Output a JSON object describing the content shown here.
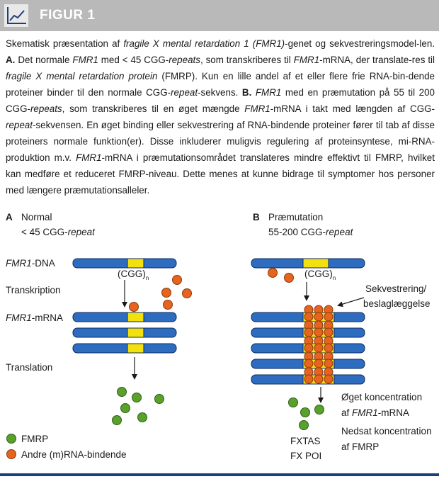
{
  "header": {
    "title": "FIGUR 1",
    "icon": "line-chart-icon"
  },
  "caption": {
    "s1a": "Skematisk præsentation af ",
    "s1b": "fragile X mental retardation 1 (FMR1)",
    "s1c": "-genet og sekvestreringsmodel-len.",
    "a_label": "A.",
    "s2a": " Det normale ",
    "s2b": "FMR1",
    "s2c": " med < 45 CGG-",
    "s2d": "repeats",
    "s2e": ", som transkriberes til ",
    "s2f": "FMR1",
    "s2g": "-mRNA, der translate-res til ",
    "s2h": "fragile X mental retardation protein",
    "s2i": " (FMRP). Kun en lille andel af et eller flere frie RNA-bin-dende proteiner binder til den normale CGG-",
    "s2j": "repeat",
    "s2k": "-sekvens.",
    "b_label": "B.",
    "s3a": " ",
    "s3b": "FMR1",
    "s3c": " med en præmutation på 55 til 200 CGG-",
    "s3d": "repeats",
    "s3e": ", som transkriberes til en øget mængde ",
    "s3f": "FMR1",
    "s3g": "-mRNA i takt med længden af CGG-",
    "s3h": "repeat",
    "s3i": "-sekvensen. En øget binding eller sekvestrering af RNA-bindende proteiner fører til tab af disse proteiners normale funktion(er). Disse inkluderer muligvis regulering af proteinsyntese, mi-RNA-produktion m.v. ",
    "s3j": "FMR1",
    "s3k": "-mRNA i præmutationsområdet translateres mindre effektivt til FMRP, hvilket kan medføre et reduceret FMRP-niveau. Dette menes at kunne bidrage til symptomer hos personer med længere præmutationsalleler."
  },
  "panel_a": {
    "letter": "A",
    "title": "Normal",
    "subtitle_prefix": "< 45 CGG-",
    "subtitle_italic": "repeat"
  },
  "panel_b": {
    "letter": "B",
    "title": "Præmutation",
    "subtitle_prefix": "55-200 CGG-",
    "subtitle_italic": "repeat"
  },
  "row_labels": {
    "dna_italic": "FMR1",
    "dna_suffix": "-DNA",
    "transcription": "Transkription",
    "mrna_italic": "FMR1",
    "mrna_suffix": "-mRNA",
    "translation": "Translation"
  },
  "cgg_label": "(CGG)",
  "cgg_subscript": "n",
  "annotations": {
    "sequestration_1": "Sekvestrering/",
    "sequestration_2": "beslaglæggelse",
    "increased_1": "Øget koncentration",
    "increased_2_prefix": "af ",
    "increased_2_italic": "FMR1",
    "increased_2_suffix": "-mRNA",
    "reduced_1": "Nedsat koncentration",
    "reduced_2": "af FMRP",
    "outcome_1": "FXTAS",
    "outcome_2": "FX POI"
  },
  "legend": {
    "fmrp": "FMRP",
    "rbp": "Andre (m)RNA-bindende"
  },
  "colors": {
    "header_bg": "#b9b9b9",
    "strand_blue": "#2e6cc0",
    "cgg_yellow": "#f2e10e",
    "fmrp_green": "#5aa12c",
    "rbp_orange": "#e6641e",
    "bottom_rule": "#1f3d7a"
  }
}
